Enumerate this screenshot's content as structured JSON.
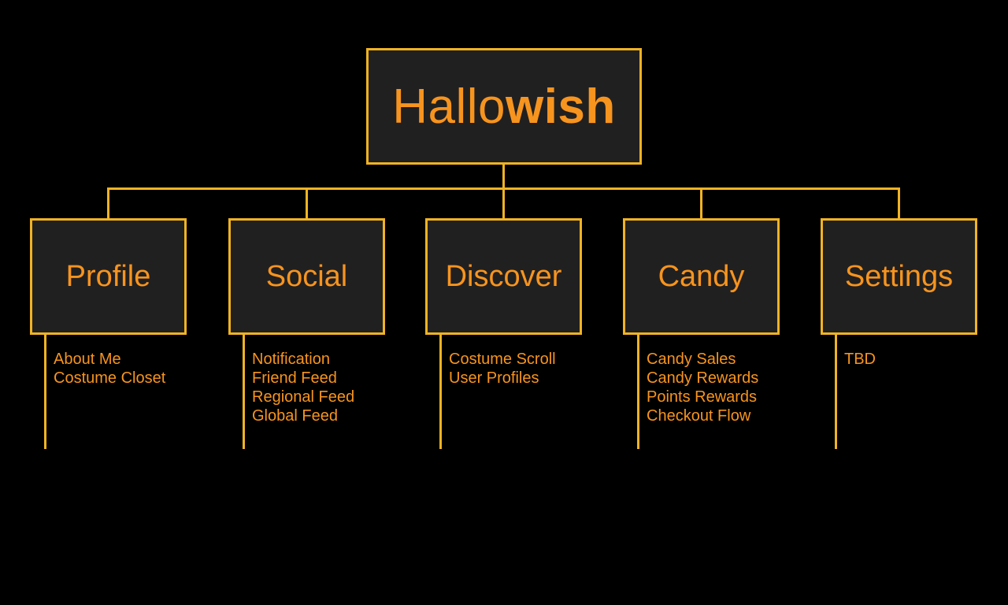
{
  "title": {
    "regular": "Hallo",
    "bold": "wish"
  },
  "colors": {
    "background": "#000000",
    "node_fill": "#212021",
    "line": "#F0B323",
    "text": "#F7941E"
  },
  "sections": [
    {
      "label": "Profile",
      "children": [
        "About Me",
        "Costume Closet"
      ]
    },
    {
      "label": "Social",
      "children": [
        "Notification",
        "Friend Feed",
        "Regional Feed",
        "Global Feed"
      ]
    },
    {
      "label": "Discover",
      "children": [
        "Costume Scroll",
        "User Profiles"
      ]
    },
    {
      "label": "Candy",
      "children": [
        "Candy Sales",
        "Candy Rewards",
        "Points Rewards",
        "Checkout Flow"
      ]
    },
    {
      "label": "Settings",
      "children": [
        "TBD"
      ]
    }
  ]
}
